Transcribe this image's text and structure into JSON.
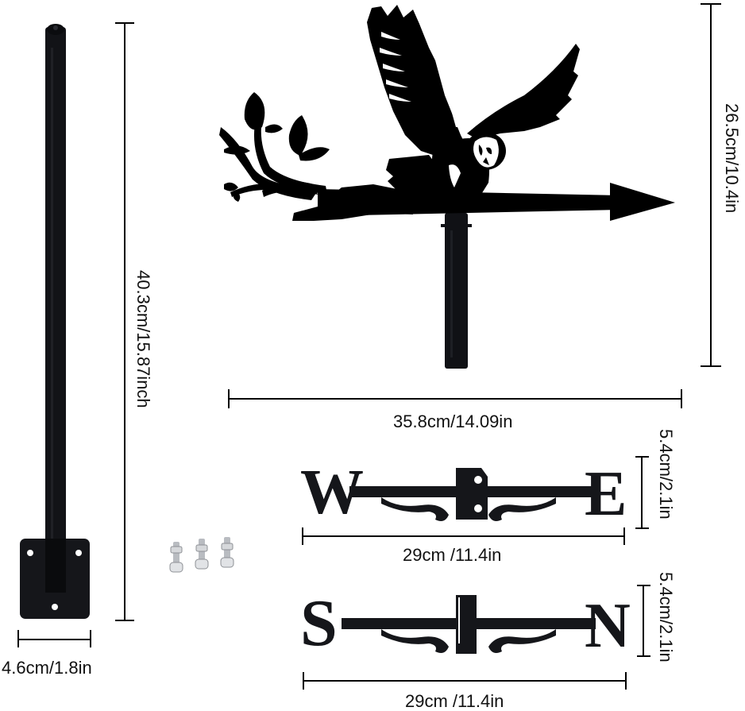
{
  "product": {
    "name": "Owl weathervane kit",
    "colors": {
      "metal": "#121317",
      "background": "#ffffff",
      "dimension_line": "#000000",
      "bolt": "#c9ccd0"
    }
  },
  "parts": {
    "pole": {
      "height_label": "40.3cm/15.87inch",
      "base_width_label": "4.6cm/1.8in"
    },
    "vane": {
      "height_label": "26.5cm/10.4in",
      "width_label": "35.8cm/14.09in",
      "figure": "owl-on-branch-with-arrow"
    },
    "direction_bar_we": {
      "letters": [
        "W",
        "E"
      ],
      "width_label": "29cm /11.4in",
      "height_label": "5.4cm/2.1in"
    },
    "direction_bar_sn": {
      "letters": [
        "S",
        "N"
      ],
      "width_label": "29cm /11.4in",
      "height_label": "5.4cm/2.1in"
    },
    "hardware": {
      "bolt_count": 3,
      "item": "bolts-with-nuts"
    }
  }
}
